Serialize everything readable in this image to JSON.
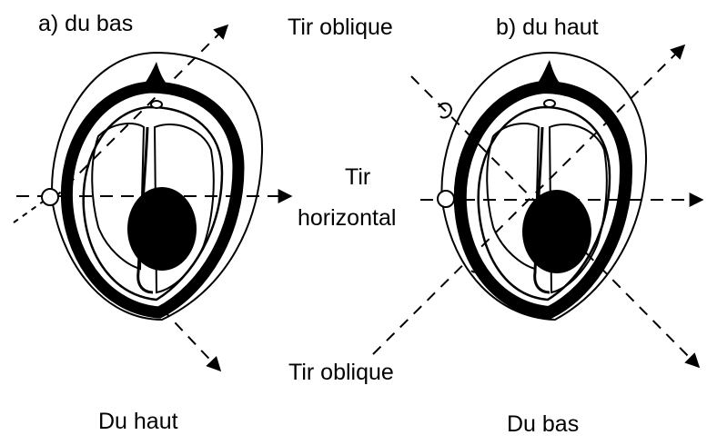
{
  "panel_a": {
    "label": "a) du bas",
    "bottom_caption": "Du haut"
  },
  "panel_b": {
    "label": "b) du haut",
    "bottom_caption": "Du bas"
  },
  "center": {
    "top_label": "Tir oblique",
    "middle_label_line1": "Tir",
    "middle_label_line2": "horizontal",
    "bottom_label": "Tir oblique"
  },
  "colors": {
    "ink": "#000000",
    "background": "#ffffff"
  }
}
